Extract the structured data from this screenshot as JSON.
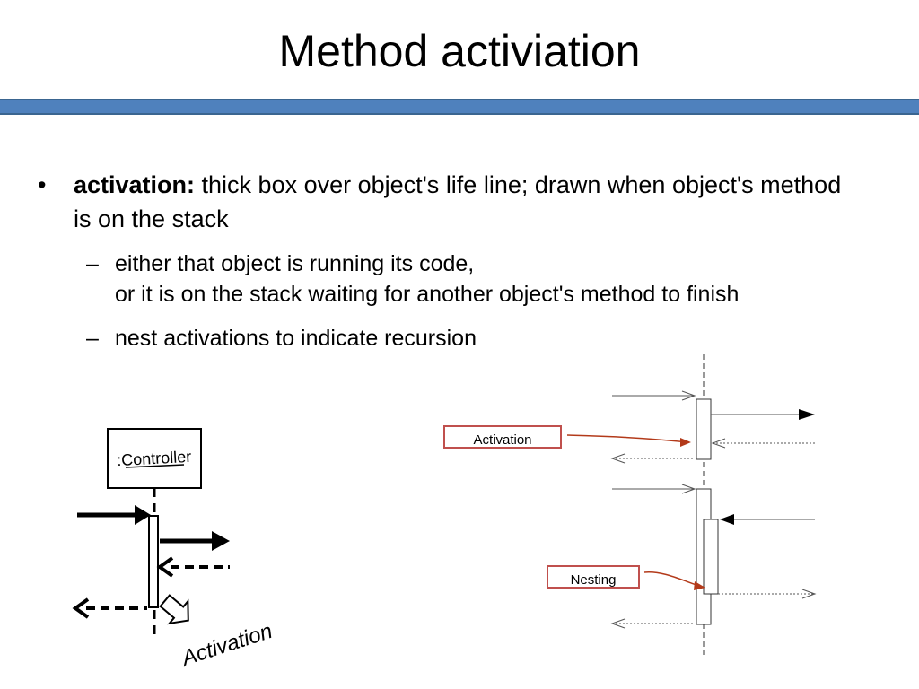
{
  "slide": {
    "title": "Method activiation",
    "bullet": {
      "marker": "•",
      "term": "activation:",
      "text": " thick box over object's life line; drawn when object's method is on the stack"
    },
    "subbullets": [
      {
        "marker": "–",
        "line1": "either that object is running its code,",
        "line2": "or it is on the stack waiting for another object's method to finish"
      },
      {
        "marker": "–",
        "line1": "nest activations to indicate recursion"
      }
    ]
  },
  "left_diagram": {
    "object_label": ":Controller",
    "handwritten_label": "Activation"
  },
  "right_diagram": {
    "activation_label": "Activation",
    "nesting_label": "Nesting",
    "callout_color": "#c0504d",
    "arrow_color": "#b33a1a"
  }
}
